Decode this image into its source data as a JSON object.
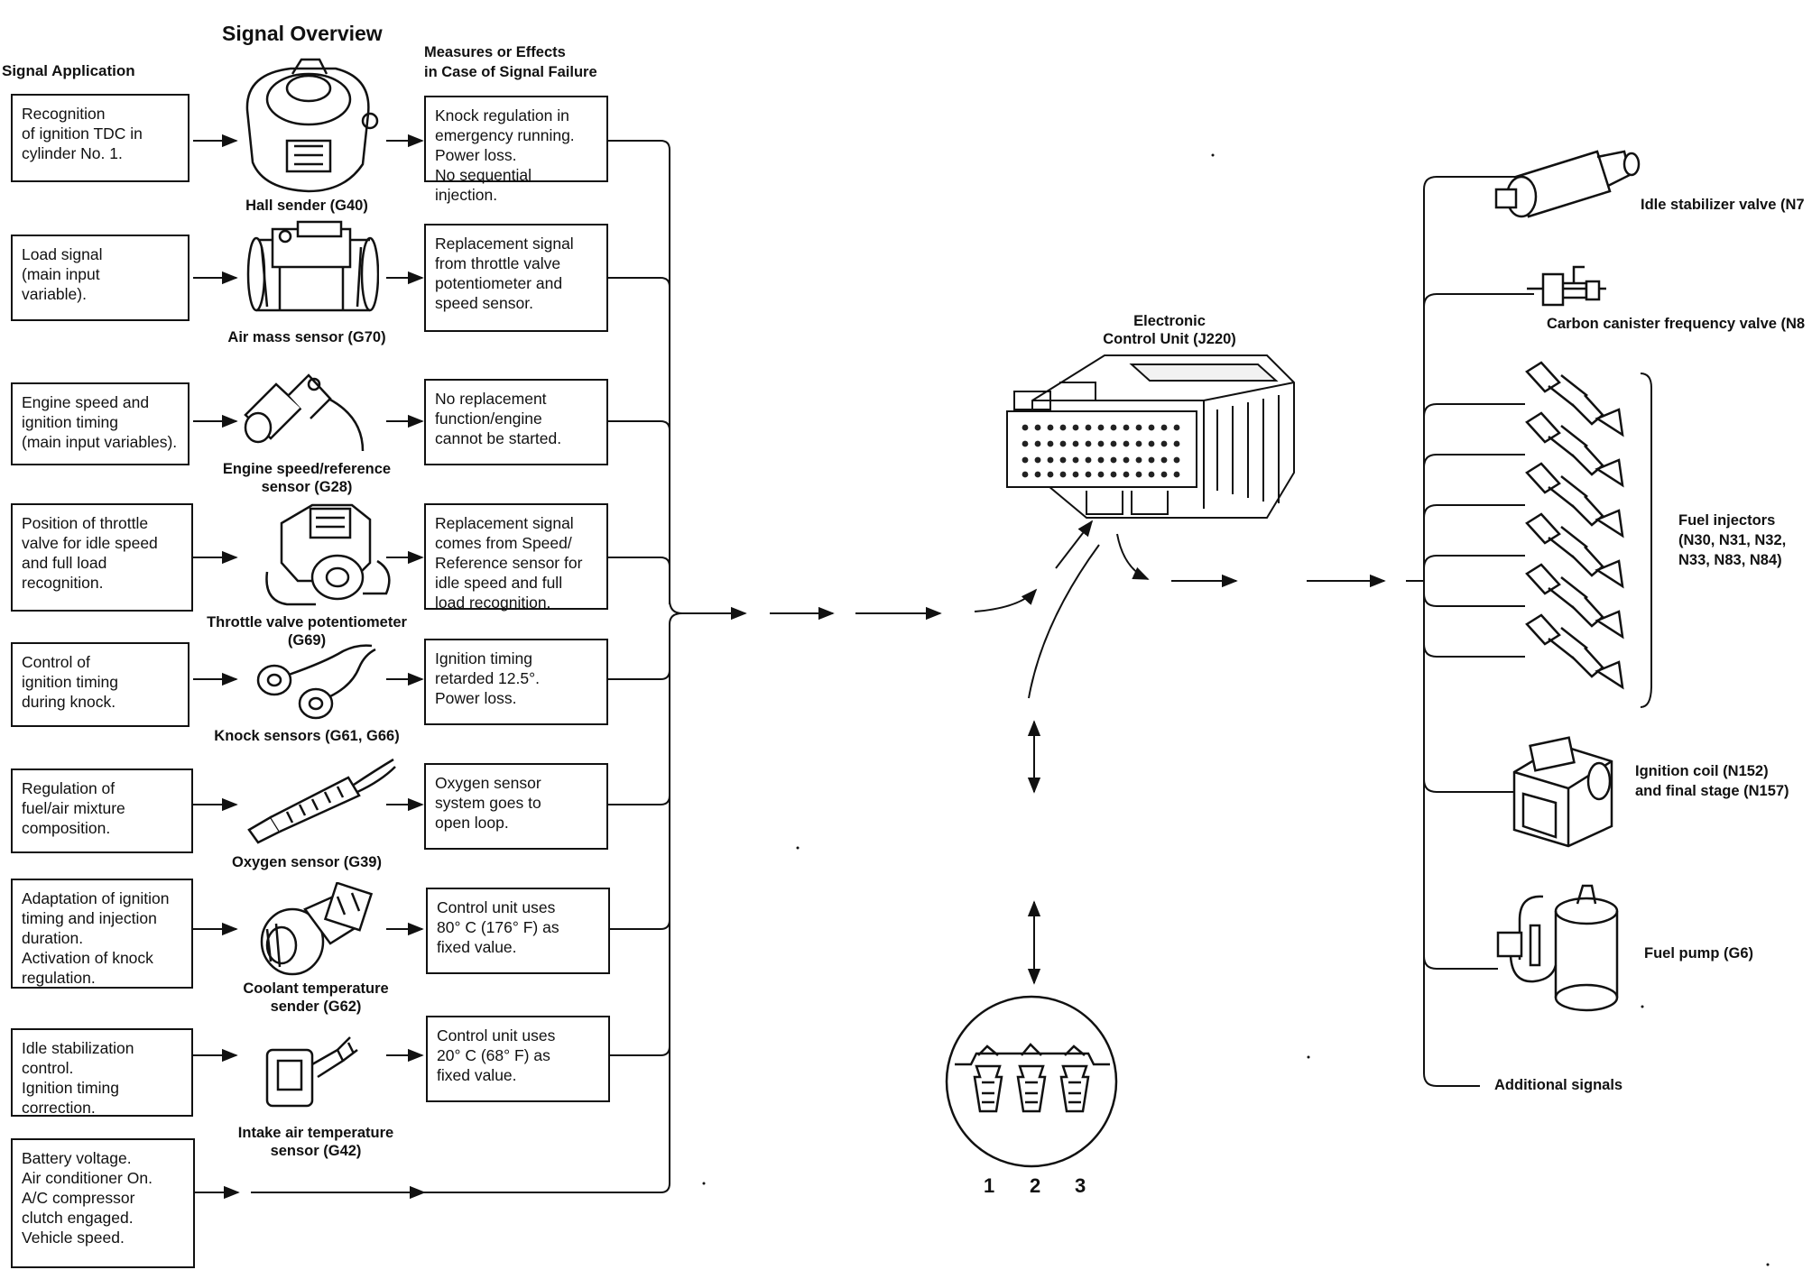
{
  "headers": {
    "title": "Signal Overview",
    "signal_application": "Signal Application",
    "measures": "Measures or Effects\nin Case of Signal Failure"
  },
  "signals": [
    {
      "application": "Recognition\nof ignition TDC in\ncylinder No. 1.",
      "sensor": "Hall sender (G40)",
      "failure": "Knock regulation in\nemergency running.\nPower loss.\nNo sequential injection.",
      "icon": "hall-sender-icon"
    },
    {
      "application": "Load signal\n(main input\nvariable).",
      "sensor": "Air mass sensor (G70)",
      "failure": "Replacement signal\nfrom throttle valve\npotentiometer and\nspeed sensor.",
      "icon": "air-mass-sensor-icon"
    },
    {
      "application": "Engine speed and\nignition timing\n(main input variables).",
      "sensor": "Engine speed/reference\nsensor (G28)",
      "failure": "No replacement\nfunction/engine\ncannot be started.",
      "icon": "engine-speed-sensor-icon"
    },
    {
      "application": "Position of throttle\nvalve for idle speed\nand full load\nrecognition.",
      "sensor": "Throttle valve potentiometer\n(G69)",
      "failure": "Replacement signal\ncomes from Speed/\nReference sensor for\nidle speed and full\nload recognition.",
      "icon": "throttle-potentiometer-icon"
    },
    {
      "application": "Control of\nignition timing\nduring knock.",
      "sensor": "Knock sensors (G61, G66)",
      "failure": "Ignition timing\nretarded 12.5°.\nPower loss.",
      "icon": "knock-sensor-icon"
    },
    {
      "application": "Regulation of\nfuel/air mixture\ncomposition.",
      "sensor": "Oxygen sensor (G39)",
      "failure": "Oxygen sensor\nsystem goes to\nopen loop.",
      "icon": "oxygen-sensor-icon"
    },
    {
      "application": "Adaptation of ignition\ntiming and injection\nduration.\nActivation of knock\nregulation.",
      "sensor": "Coolant temperature\nsender (G62)",
      "failure": "Control unit uses\n80° C (176° F) as\nfixed value.",
      "icon": "coolant-sender-icon"
    },
    {
      "application": "Idle stabilization\ncontrol.\nIgnition timing\ncorrection.",
      "sensor": "Intake air temperature\nsensor (G42)",
      "failure": "Control unit uses\n20° C (68° F) as\nfixed value.",
      "icon": "intake-air-sensor-icon"
    },
    {
      "application": "Battery voltage.\nAir conditioner On.\nA/C compressor\nclutch engaged.\nVehicle speed.",
      "sensor": "",
      "failure": ""
    }
  ],
  "ecu": {
    "label": "Electronic\nControl Unit (J220)"
  },
  "connector": {
    "pins": [
      "1",
      "2",
      "3"
    ]
  },
  "outputs": [
    {
      "label": "Idle stabilizer valve (N7",
      "icon": "idle-stabilizer-valve-icon"
    },
    {
      "label": "Carbon canister frequency valve (N8",
      "icon": "carbon-canister-valve-icon"
    },
    {
      "label": "Fuel injectors\n(N30, N31, N32,\nN33, N83, N84)",
      "icon": "fuel-injector-icon"
    },
    {
      "label": "Ignition coil (N152)\nand final stage (N157)",
      "icon": "ignition-coil-icon"
    },
    {
      "label": "Fuel pump (G6)",
      "icon": "fuel-pump-icon"
    },
    {
      "label": "Additional signals"
    }
  ]
}
